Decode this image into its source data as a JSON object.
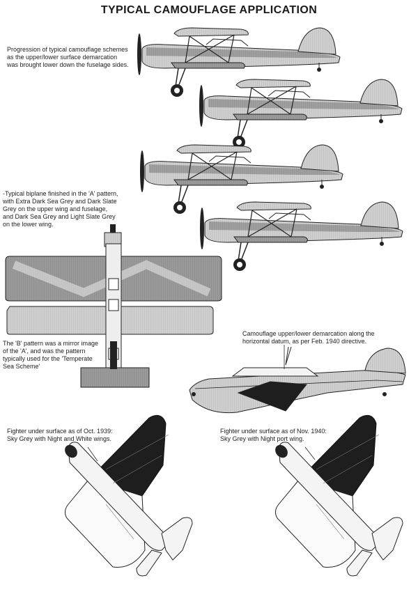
{
  "page": {
    "title": "TYPICAL CAMOUFLAGE APPLICATION"
  },
  "captions": {
    "progression": [
      "Progression of typical camouflage schemes",
      "as the upper/lower surface demarcation",
      "was brought lower down the fuselage sides."
    ],
    "biplane_a": [
      "-Typical biplane finished in the 'A' pattern,",
      "with Extra Dark Sea Grey and Dark Slate",
      "Grey on the upper wing and fuselage,",
      "and Dark Sea Grey and Light Slate Grey",
      "on the lower wing."
    ],
    "pattern_b": [
      "The 'B' pattern was a mirror image",
      "of the 'A', and was the pattern",
      "typically used for the 'Temperate",
      "Sea Scheme'"
    ],
    "demarcation": [
      "Camouflage upper/lower demarcation along the",
      "horizontal datum, as per Feb. 1940 directive."
    ],
    "fighter_1939": [
      "Fighter under surface as of Oct. 1939:",
      "Sky Grey with Night and White wings."
    ],
    "fighter_1940": [
      "Fighter under surface as of Nov. 1940:",
      "Sky Grey with Night port wing."
    ]
  },
  "colors": {
    "dark_grey": "#8a8a8a",
    "light_grey": "#c9c9c9",
    "night": "#1e1e1e",
    "white": "#ffffff"
  }
}
